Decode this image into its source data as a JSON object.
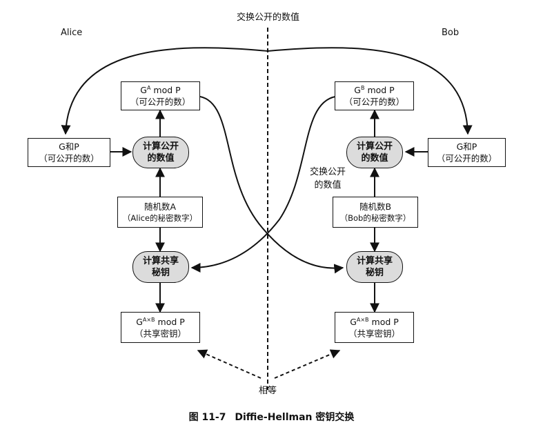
{
  "title_center": "交换公开的数值",
  "party_left": "Alice",
  "party_right": "Bob",
  "exchange_label": [
    "交换公开",
    "的数值"
  ],
  "equal_label": "相等",
  "left": {
    "public_value": {
      "base": "G",
      "exp": "A",
      "rest": " mod P",
      "line2": "（可公开的数）"
    },
    "params": {
      "line1": "G和P",
      "line2": "（可公开的数）"
    },
    "compute_public": {
      "line1": "计算公开",
      "line2": "的数值"
    },
    "random": {
      "line1": "随机数A",
      "line2": "（Alice的秘密数字）"
    },
    "compute_shared": {
      "line1": "计算共享",
      "line2": "秘钥"
    },
    "shared_key": {
      "base": "G",
      "exp": "A×B",
      "rest": " mod P",
      "line2": "（共享密钥）"
    }
  },
  "right": {
    "public_value": {
      "base": "G",
      "exp": "B",
      "rest": " mod P",
      "line2": "（可公开的数）"
    },
    "params": {
      "line1": "G和P",
      "line2": "（可公开的数）"
    },
    "compute_public": {
      "line1": "计算公开",
      "line2": "的数值"
    },
    "random": {
      "line1": "随机数B",
      "line2": "（Bob的秘密数字）"
    },
    "compute_shared": {
      "line1": "计算共享",
      "line2": "秘钥"
    },
    "shared_key": {
      "base": "G",
      "exp": "A×B",
      "rest": " mod P",
      "line2": "（共享密钥）"
    }
  },
  "caption": {
    "figure": "图 11-7",
    "title": "Diffie-Hellman 密钥交换"
  },
  "colors": {
    "line": "#111111",
    "node_fill": "#dcdcdc",
    "box_fill": "#ffffff"
  }
}
